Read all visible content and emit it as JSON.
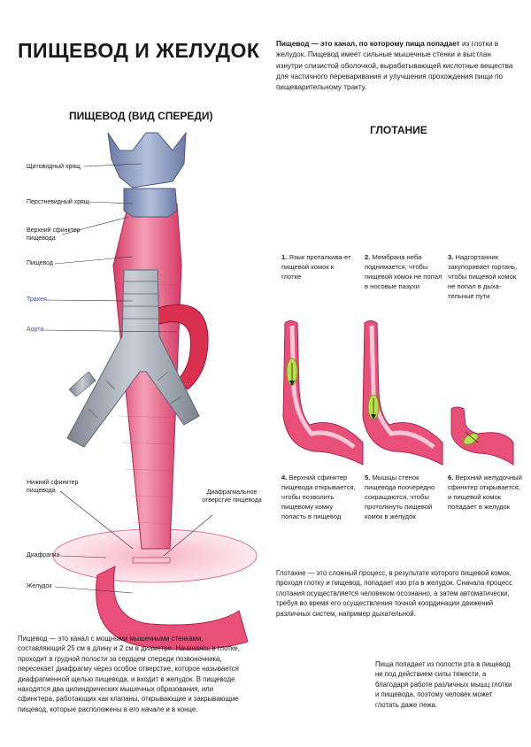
{
  "title": "ПИЩЕВОД И ЖЕЛУДОК",
  "intro": {
    "lead": "Пищевод — это канал, по которому пища попадает",
    "rest": " из глотки в желудок. Пищевод имеет сильные мышечные стенки и выстлан изнутри слизистой оболочкой, вырабатывающей кислотные вещества для частичного переваривания и улучшения прохождения пищи по пищеварительному тракту."
  },
  "left_heading": "ПИЩЕВОД (ВИД СПЕРЕДИ)",
  "right_heading": "ГЛОТАНИЕ",
  "labels": {
    "thyroid": "Щитовидный хрящ",
    "cricoid": "Перстневидный хрящ",
    "upper_sphincter": "Верхний сфинктер пищевода",
    "esophagus": "Пищевод",
    "trachea": "Трахея",
    "aorta": "Аорта",
    "lower_sphincter": "Нижний сфинктер пищевода",
    "hiatus": "Диафрагмальное отверстие пищевода",
    "diaphragm": "Диафрагма",
    "stomach": "Желудок"
  },
  "steps": [
    {
      "num": "1.",
      "text": "Язык проталкива-ет пищевой комок к глотке"
    },
    {
      "num": "2.",
      "text": "Мембрана неба поднимается, чтобы пищевой комок не попал в носовые пазухи"
    },
    {
      "num": "3.",
      "text": "Надгортанник закупоривает гортань, чтобы пищевой комок не попал в дыха-тельные пути"
    },
    {
      "num": "4.",
      "text": "Верхний сфинктер пищевода открывается, чтобы позволить пищевому комку попасть в пищевод"
    },
    {
      "num": "5.",
      "text": "Мышцы стенок пищевода поочередно сокращаются, чтобы протолкнуть пищевой комок в желудок"
    },
    {
      "num": "6.",
      "text": "Верхний желудочный сфинктер открывается, и пищевой комок попадает в желудок"
    }
  ],
  "swallow_text": "Глотание — это сложный процесс, в результате которого пищевой комок, проходя глотку и пищевод, попадает изо рта в желудок. Сначала процесс глотания осуществляется человеком осознанно, а затем автоматически, требуя во время его осуществления точной координации движений различных систем, например дыхательной.",
  "bottom_left": "Пищевод — это канал с мощными мышечными стенками, составляющий 25 см в длину и 2 см в диаметре. Начинаясь в глотке, проходит в грудной полости за сердцем спереди позвоночника, пересекает диафрагму через особое отверстие, которое называется диафрагменной щелью пищевода, и входит в желудок. В пищеводе находятся два цилиндрических мышечных образования, или сфинктера, работающих как клапаны, открывающие и закрывающие пищевод, которые расположены в его начале и в конце.",
  "bottom_right": "Пища попадает из полости рта в пищевод не под действием силы тяжести, а благодаря работе различных мышц глотки и пищевода, поэтому человек может глотать даже лежа.",
  "colors": {
    "esophagus": "#e8507a",
    "cartilage": "#8f9ec0",
    "trachea": "#9aa1ac",
    "bolus": "#b8e04a",
    "aorta": "#d9304f"
  }
}
